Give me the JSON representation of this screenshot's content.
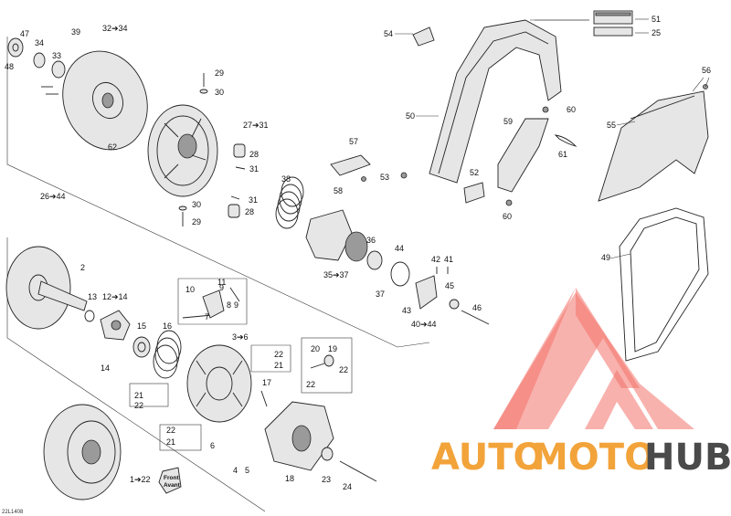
{
  "diagram_code": "22L1408",
  "front_label": [
    "Front",
    "Avant"
  ],
  "watermark": {
    "brand_auto": "AUTO",
    "brand_moto": "MOTO",
    "brand_hub": "HUB",
    "color_red": "#f05a50",
    "color_orange": "#f2a33a",
    "color_dark": "#4a4a4a"
  },
  "callouts": {
    "c1_22": "1➔22",
    "c2": "2",
    "c3_6": "3➔6",
    "c4": "4",
    "c5": "5",
    "c6": "6",
    "c7": "7",
    "c8": "8",
    "c9a": "9",
    "c9b": "9",
    "c10": "10",
    "c11": "11",
    "c12_14": "12➔14",
    "c13": "13",
    "c14": "14",
    "c15": "15",
    "c16": "16",
    "c17": "17",
    "c18": "18",
    "c19": "19",
    "c20": "20",
    "c21a": "21",
    "c21b": "21",
    "c21c": "21",
    "c22a": "22",
    "c22b": "22",
    "c22c": "22",
    "c22d": "22",
    "c22e": "22",
    "c23": "23",
    "c24": "24",
    "c25": "25",
    "c26_44": "26➔44",
    "c27_31": "27➔31",
    "c28a": "28",
    "c28b": "28",
    "c29a": "29",
    "c29b": "29",
    "c30a": "30",
    "c30b": "30",
    "c31a": "31",
    "c31b": "31",
    "c32_34": "32➔34",
    "c33": "33",
    "c34": "34",
    "c35_37": "35➔37",
    "c36": "36",
    "c37": "37",
    "c38": "38",
    "c39": "39",
    "c40_44": "40➔44",
    "c41": "41",
    "c42": "42",
    "c43": "43",
    "c44": "44",
    "c45": "45",
    "c46": "46",
    "c47": "47",
    "c48": "48",
    "c49": "49",
    "c50": "50",
    "c51": "51",
    "c52": "52",
    "c53": "53",
    "c54": "54",
    "c55": "55",
    "c56": "56",
    "c57": "57",
    "c58": "58",
    "c59": "59",
    "c60a": "60",
    "c60b": "60",
    "c61": "61",
    "c62": "62"
  }
}
